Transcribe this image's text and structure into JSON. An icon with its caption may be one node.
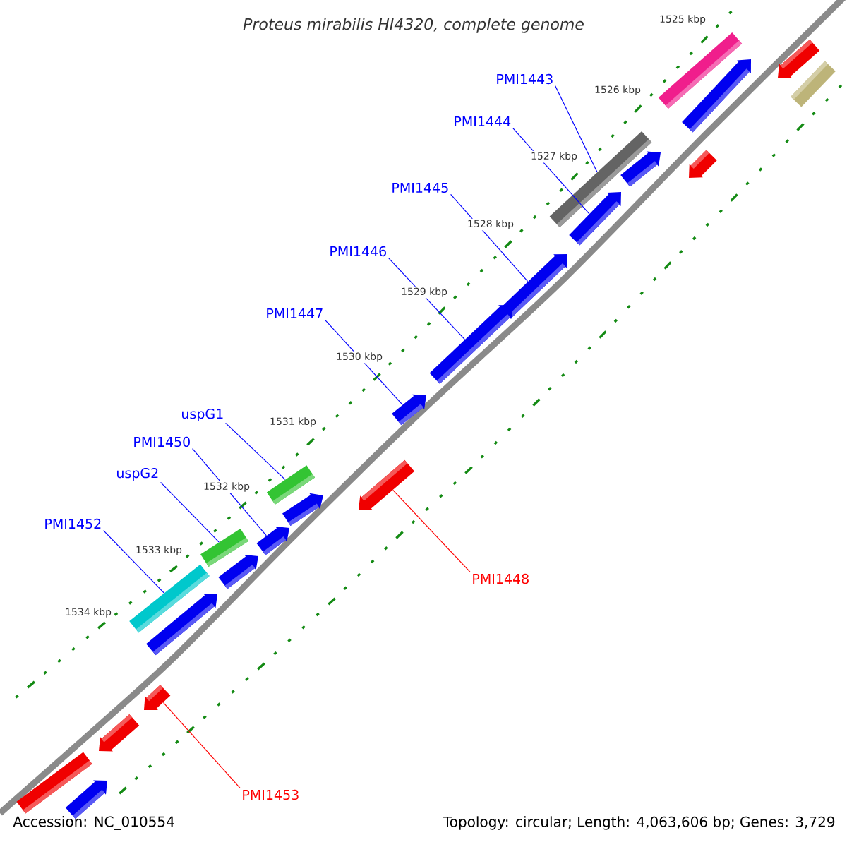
{
  "diagram": {
    "title": "Proteus mirabilis HI4320, complete genome",
    "nodes": [
      {
        "text": [
          "PMI1443"
        ]
      },
      {
        "text": [
          "PMI1444"
        ]
      },
      {
        "text": [
          "PMI1445"
        ]
      },
      {
        "text": [
          "PMI1446"
        ]
      },
      {
        "text": [
          "PMI1447"
        ]
      },
      {
        "text": [
          "uspG1"
        ]
      },
      {
        "text": [
          "PMI1450"
        ]
      },
      {
        "text": [
          "uspG2"
        ]
      },
      {
        "text": [
          "PMI1452"
        ]
      },
      {
        "text": [
          "PMI1448"
        ]
      },
      {
        "text": [
          "PMI1453"
        ]
      },
      {
        "text": [],
        "shape": "bar"
      },
      {
        "text": [],
        "shape": "arrow"
      },
      {
        "text": [],
        "shape": "arrow"
      },
      {
        "text": [],
        "shape": "bar"
      },
      {
        "text": [],
        "shape": "bar"
      },
      {
        "text": [],
        "shape": "arrow"
      },
      {
        "text": [],
        "shape": "arrow"
      },
      {
        "text": [],
        "shape": "arrow"
      },
      {
        "text": [],
        "shape": "arrow"
      },
      {
        "text": [],
        "shape": "arrow"
      },
      {
        "text": [],
        "shape": "arrow"
      },
      {
        "text": [],
        "shape": "arrow"
      },
      {
        "text": [],
        "shape": "bar"
      },
      {
        "text": [],
        "shape": "arrow"
      },
      {
        "text": [],
        "shape": "arrow"
      },
      {
        "text": [],
        "shape": "bar"
      },
      {
        "text": [],
        "shape": "arrow"
      },
      {
        "text": [],
        "shape": "bar"
      },
      {
        "text": [],
        "shape": "arrow"
      },
      {
        "text": [],
        "shape": "arrow"
      },
      {
        "text": [],
        "shape": "arrow"
      },
      {
        "text": [],
        "shape": "bar"
      },
      {
        "text": [],
        "shape": "arrow"
      }
    ],
    "edges": [
      {
        "from": 0,
        "to": 15,
        "arrow": "none"
      },
      {
        "from": 1,
        "to": 18,
        "arrow": "none"
      },
      {
        "from": 2,
        "to": 19,
        "arrow": "none"
      },
      {
        "from": 3,
        "to": 20,
        "arrow": "none"
      },
      {
        "from": 4,
        "to": 21,
        "arrow": "none"
      },
      {
        "from": 5,
        "to": 23,
        "arrow": "none"
      },
      {
        "from": 6,
        "to": 25,
        "arrow": "none"
      },
      {
        "from": 7,
        "to": 26,
        "arrow": "none"
      },
      {
        "from": 8,
        "to": 28,
        "arrow": "none"
      },
      {
        "from": 9,
        "to": 22,
        "arrow": "none",
        "color": "#ff0000"
      },
      {
        "from": 10,
        "to": 30,
        "arrow": "none",
        "color": "#ff0000"
      }
    ],
    "labels": [
      "1525 kbp",
      "1526 kbp",
      "1527 kbp",
      "1528 kbp",
      "1529 kbp",
      "1530 kbp",
      "1531 kbp",
      "1532 kbp",
      "1533 kbp",
      "1534 kbp",
      "Accession: NC_010554",
      "Topology: circular; Length: 4,063,606 bp; Genes: 3,729"
    ]
  }
}
